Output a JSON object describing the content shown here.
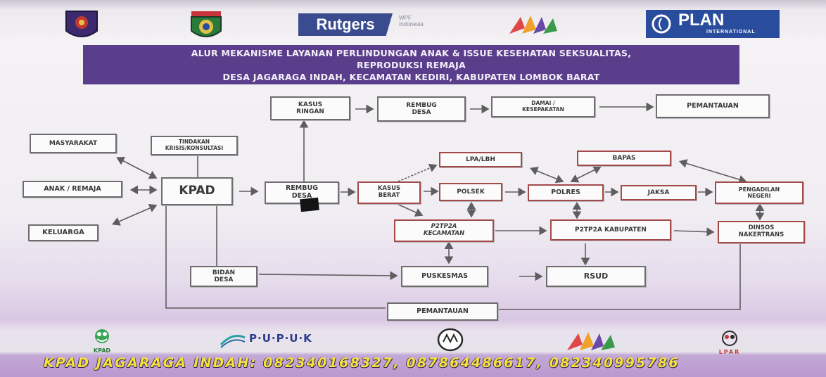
{
  "header": {
    "rutgers_label": "Rutgers",
    "wpf_line1": "WPF",
    "wpf_line2": "Indonesia",
    "plan_label": "PLAN",
    "plan_sub": "INTERNATIONAL"
  },
  "title": {
    "line1": "ALUR MEKANISME LAYANAN PERLINDUNGAN ANAK & ISSUE KESEHATAN SEKSUALITAS,",
    "line2": "REPRODUKSI REMAJA",
    "line3": "DESA JAGARAGA INDAH, KECAMATAN KEDIRI, KABUPATEN LOMBOK BARAT"
  },
  "nodes": {
    "masyarakat": "MASYARAKAT",
    "anak_remaja": "ANAK / REMAJA",
    "keluarga": "KELUARGA",
    "tindakan": "TINDAKAN\nKRISIS/KONSULTASI",
    "kpad": "KPAD",
    "rembug_desa": "REMBUG\nDESA",
    "kasus_ringan": "KASUS\nRINGAN",
    "rembug_desa_top": "REMBUG\nDESA",
    "damai": "DAMAI /\nKESEPAKATAN",
    "pemantauan_top": "PEMANTAUAN",
    "kasus_berat": "KASUS\nBERAT",
    "lpa_lbh": "LPA/LBH",
    "bapas": "BAPAS",
    "polsek": "POLSEK",
    "polres": "POLRES",
    "jaksa": "JAKSA",
    "pengadilan": "PENGADILAN\nNEGERI",
    "p2tp2a_kec": "P2TP2A\nKECAMATAN",
    "p2tp2a_kab": "P2TP2A KABUPATEN",
    "dinsos": "DINSOS\nNAKERTRANS",
    "bidan_desa": "BIDAN\nDESA",
    "puskesmas": "PUSKESMAS",
    "rsud": "RSUD",
    "pemantauan_bottom": "PEMANTAUAN"
  },
  "footer_logos": {
    "kpad": "KPAD",
    "pupuk": "P·U·P·U·K",
    "lpar": "LPAR"
  },
  "footer": {
    "contact": "KPAD JAGARAGA INDAH: 082340168327, 087864486617, 082340995786"
  }
}
